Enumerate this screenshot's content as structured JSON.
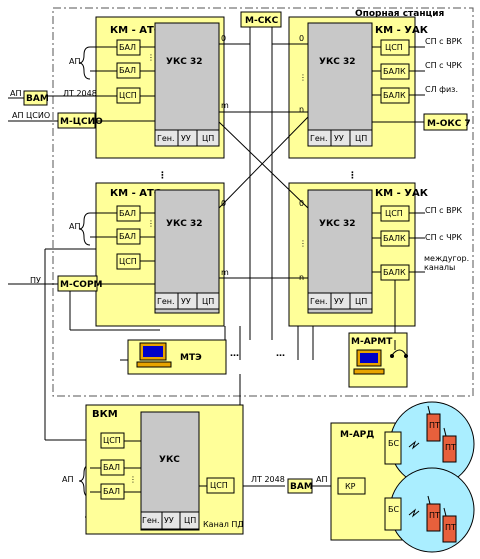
{
  "station_title": "Опорная станция",
  "modules": {
    "atc": "КМ - АТС",
    "uak": "КМ - УАК",
    "vkm": "ВКМ",
    "ard": "М-АРД",
    "sks": "М-СКС",
    "vam": "ВАМ",
    "csio": "М-ЦСИО",
    "sorm": "М-СОРМ",
    "oks7": "М-ОКС 7",
    "mte": "МТЭ",
    "armt": "М-АРМТ"
  },
  "blocks": {
    "uks32": "УКС 32",
    "uks": "УКС",
    "gen": "Ген.",
    "uu": "УУ",
    "cp": "ЦП",
    "bal": "БАЛ",
    "balk": "БАЛК",
    "csp": "ЦСП",
    "kr": "КР",
    "bs": "БС",
    "pt": "ПТ"
  },
  "labels": {
    "ap": "АП",
    "lt2048": "ЛТ 2048",
    "ap_csio": "АП ЦСИО",
    "pu": "ПУ",
    "sp_vrk": "СП с ВРК",
    "sp_chrk": "СП с ЧРК",
    "sl_fiz": "СЛ физ.",
    "mezhgor": "междугор.",
    "kanaly": "каналы",
    "kanal_pd": "Канал ПД",
    "port_0": "0",
    "port_m": "m",
    "port_n": "n",
    "dots_v": "⋮",
    "dots_h": "…"
  },
  "colors": {
    "module": "#ffff99",
    "block": "#ffff99",
    "uks": "#c8c8c8",
    "cell": "#e6e6e6",
    "dash": "#555555",
    "line": "#000000",
    "cell_green": "#aaeeff",
    "pt_red": "#e8603c",
    "monitor": "#e8a400",
    "screen": "#0000c8"
  }
}
